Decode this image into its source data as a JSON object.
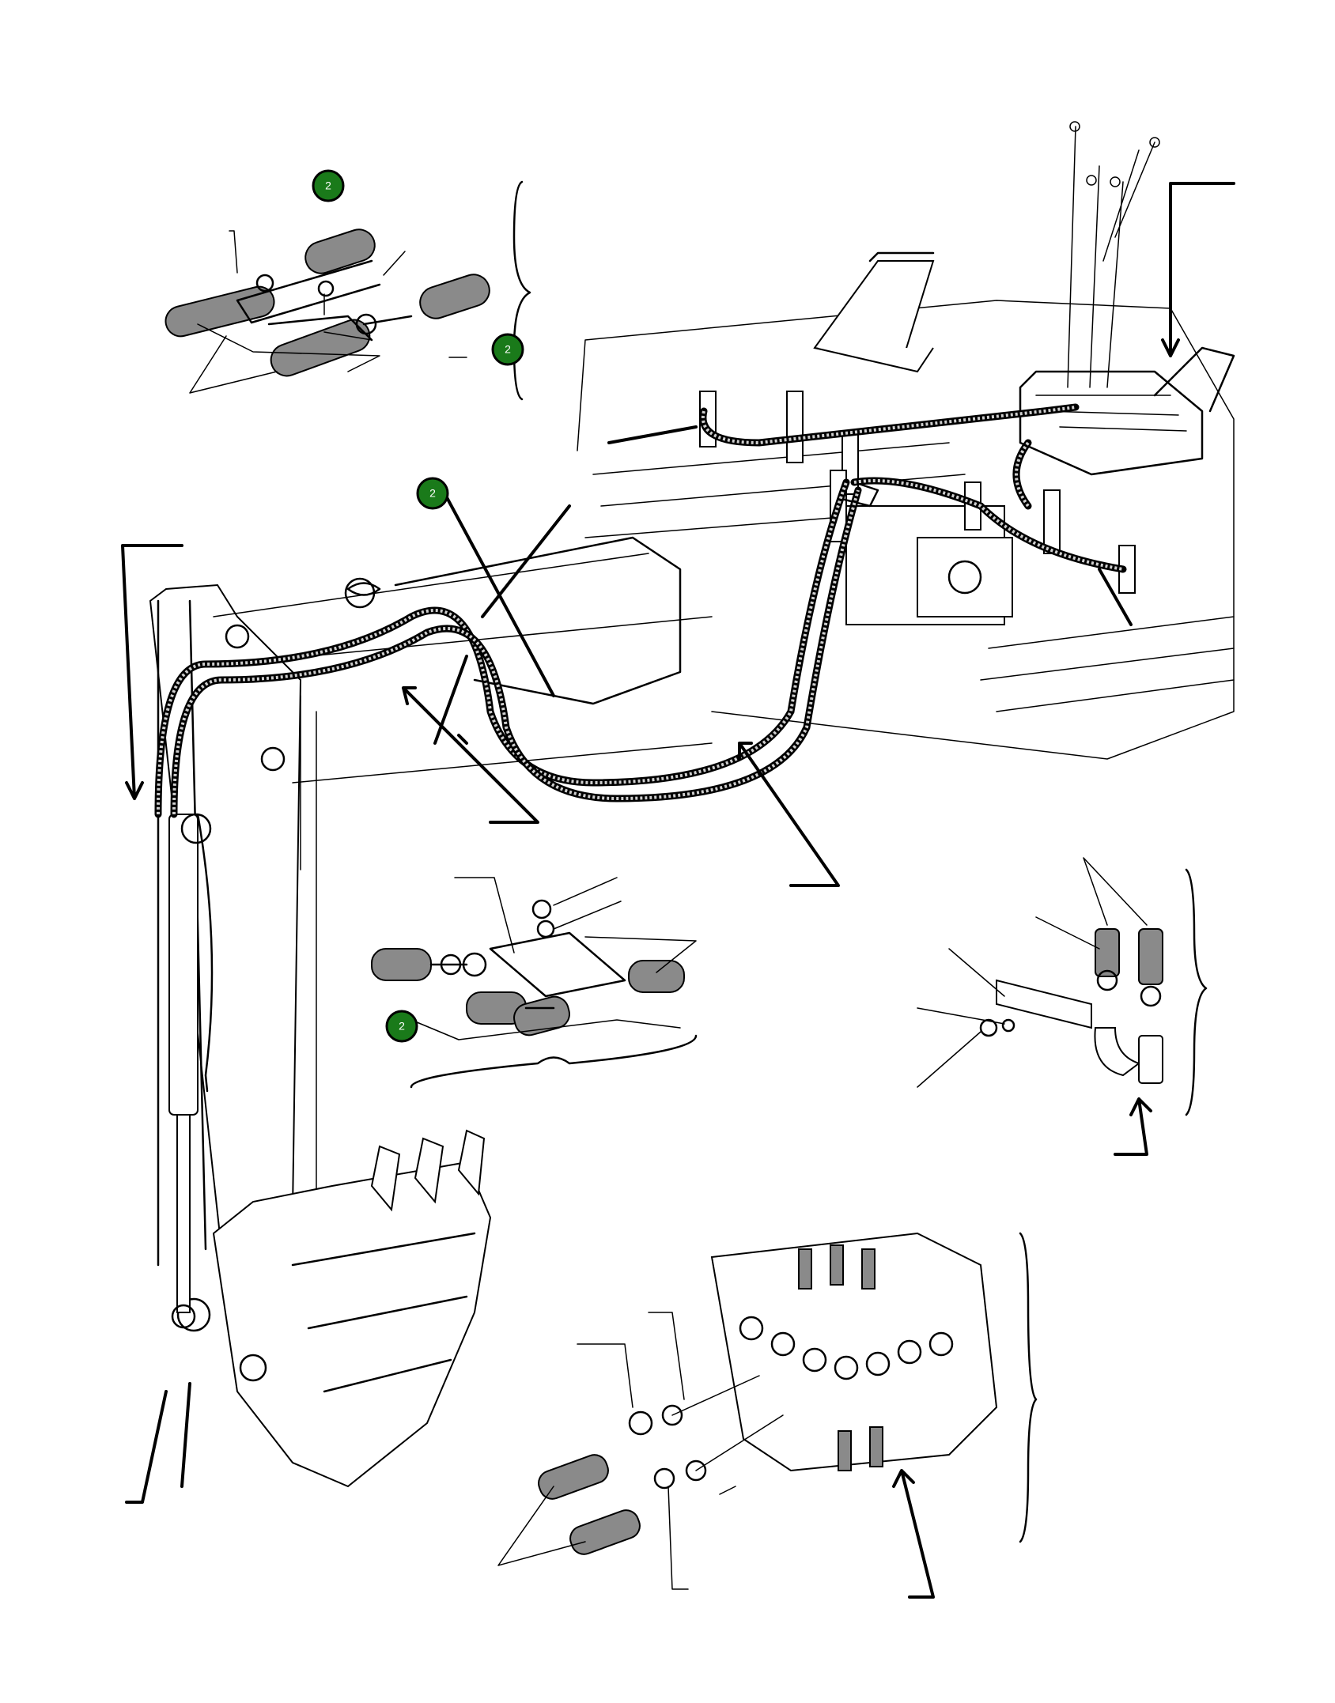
{
  "callouts": [
    {
      "id": "callout-1",
      "label": "2"
    },
    {
      "id": "callout-2",
      "label": "2"
    },
    {
      "id": "callout-3",
      "label": "2"
    },
    {
      "id": "callout-4",
      "label": "2"
    }
  ],
  "colors": {
    "callout_fill": "#1a7a1a",
    "callout_text": "#ffffff",
    "line": "#000000",
    "background": "#ffffff"
  }
}
